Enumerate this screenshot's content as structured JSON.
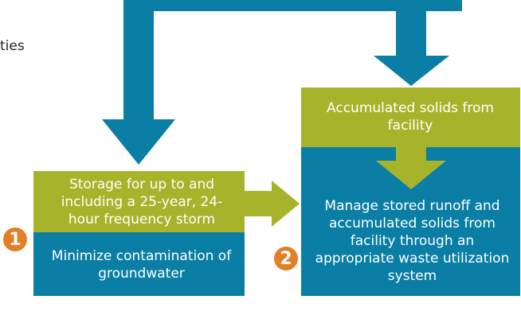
{
  "colors": {
    "blue": "#0a7ea4",
    "green": "#a7b42b",
    "orange": "#e37f24",
    "text_dark": "#222222",
    "white": "#ffffff"
  },
  "partial_text": {
    "left_edge": "ties"
  },
  "boxes": {
    "storage": {
      "text": "Storage for up to and including a 25-year, 24-hour frequency storm"
    },
    "groundwater": {
      "text": "Minimize contamination of groundwater"
    },
    "accumulated": {
      "text": "Accumulated solids from facility"
    },
    "manage": {
      "text": "Manage stored runoff and accumulated solids from facility through an appropriate waste utilization system"
    }
  },
  "badges": {
    "one": "1",
    "two": "2"
  }
}
